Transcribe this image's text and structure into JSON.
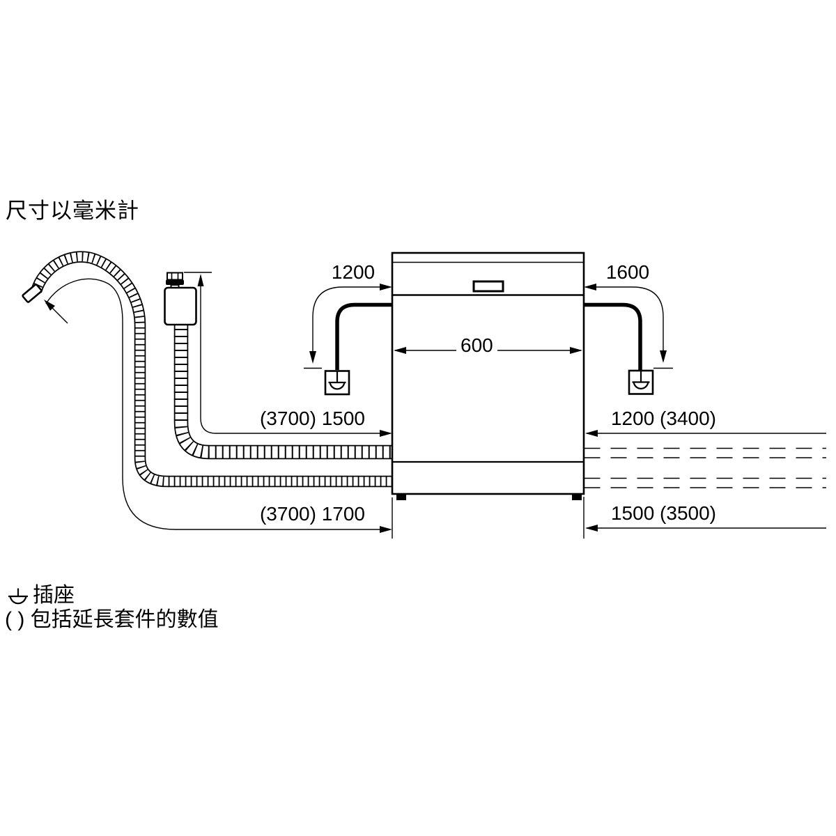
{
  "title": "尺寸以毫米計",
  "dimensions": {
    "power_cord_left": "1200",
    "power_cord_right": "1600",
    "appliance_width": "600",
    "supply_hose_length": "(3700) 1500",
    "right_mid_length": "1200 (3400)",
    "drain_hose_length": "(3700) 1700",
    "right_bottom_length": "1500 (3500)"
  },
  "legend": {
    "socket_label": "插座",
    "extension_note": "( ) 包括延長套件的數值"
  },
  "icons": {
    "socket": "iec-socket-outlet-symbol"
  },
  "colors": {
    "line": "#000000",
    "background": "#ffffff"
  }
}
